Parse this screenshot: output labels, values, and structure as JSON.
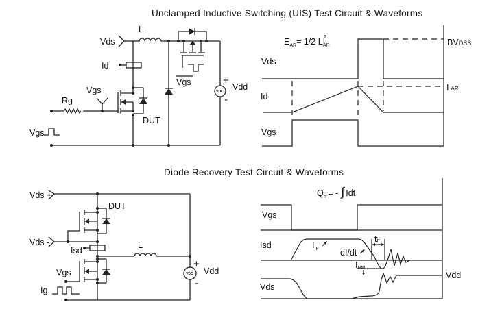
{
  "uis": {
    "title": "Unclamped Inductive Switching (UIS) Test Circuit & Waveforms",
    "circuit": {
      "vds_label": "Vds",
      "inductor_label": "L",
      "id_label": "Id",
      "vgs_label": "Vgs",
      "rg_label": "Rg",
      "dut_label": "DUT",
      "vgs_pulse_label": "Vgs",
      "vgs_bar_label": "Vgs",
      "vdd_label": "Vdd",
      "source_symbol": "VDC",
      "plus": "+",
      "minus": "-"
    },
    "waveforms": {
      "formula_main": "E",
      "formula_sub": "AR",
      "formula_rest": "= 1/2 LI",
      "formula_sup": "2",
      "formula_sub2": "AR",
      "vds_label": "Vds",
      "id_label": "Id",
      "vgs_label": "Vgs",
      "bv_label": "BV",
      "bv_sub": "DSS",
      "iar_label": "I",
      "iar_sub": "AR"
    }
  },
  "diode": {
    "title": "Diode Recovery Test Circuit & Waveforms",
    "circuit": {
      "vds_plus_label": "Vds +",
      "vds_minus_label": "Vds -",
      "dut_label": "DUT",
      "isd_label": "Isd",
      "inductor_label": "L",
      "vgs_label": "Vgs",
      "ig_label": "Ig",
      "vdd_label": "Vdd",
      "source_symbol": "VDC",
      "plus": "+",
      "minus": "-"
    },
    "waveforms": {
      "formula_q": "Q",
      "formula_q_sub": "rr",
      "formula_rest": "= -",
      "formula_int": "Idt",
      "vgs_label": "Vgs",
      "isd_label": "Isd",
      "vds_label": "Vds",
      "if_label": "I",
      "if_sub": "F",
      "didt_label": "dI/dt",
      "trr_label": "t",
      "trr_sub": "rr",
      "irm_label": "I",
      "irm_sub": "RM",
      "vdd_label": "Vdd"
    }
  }
}
